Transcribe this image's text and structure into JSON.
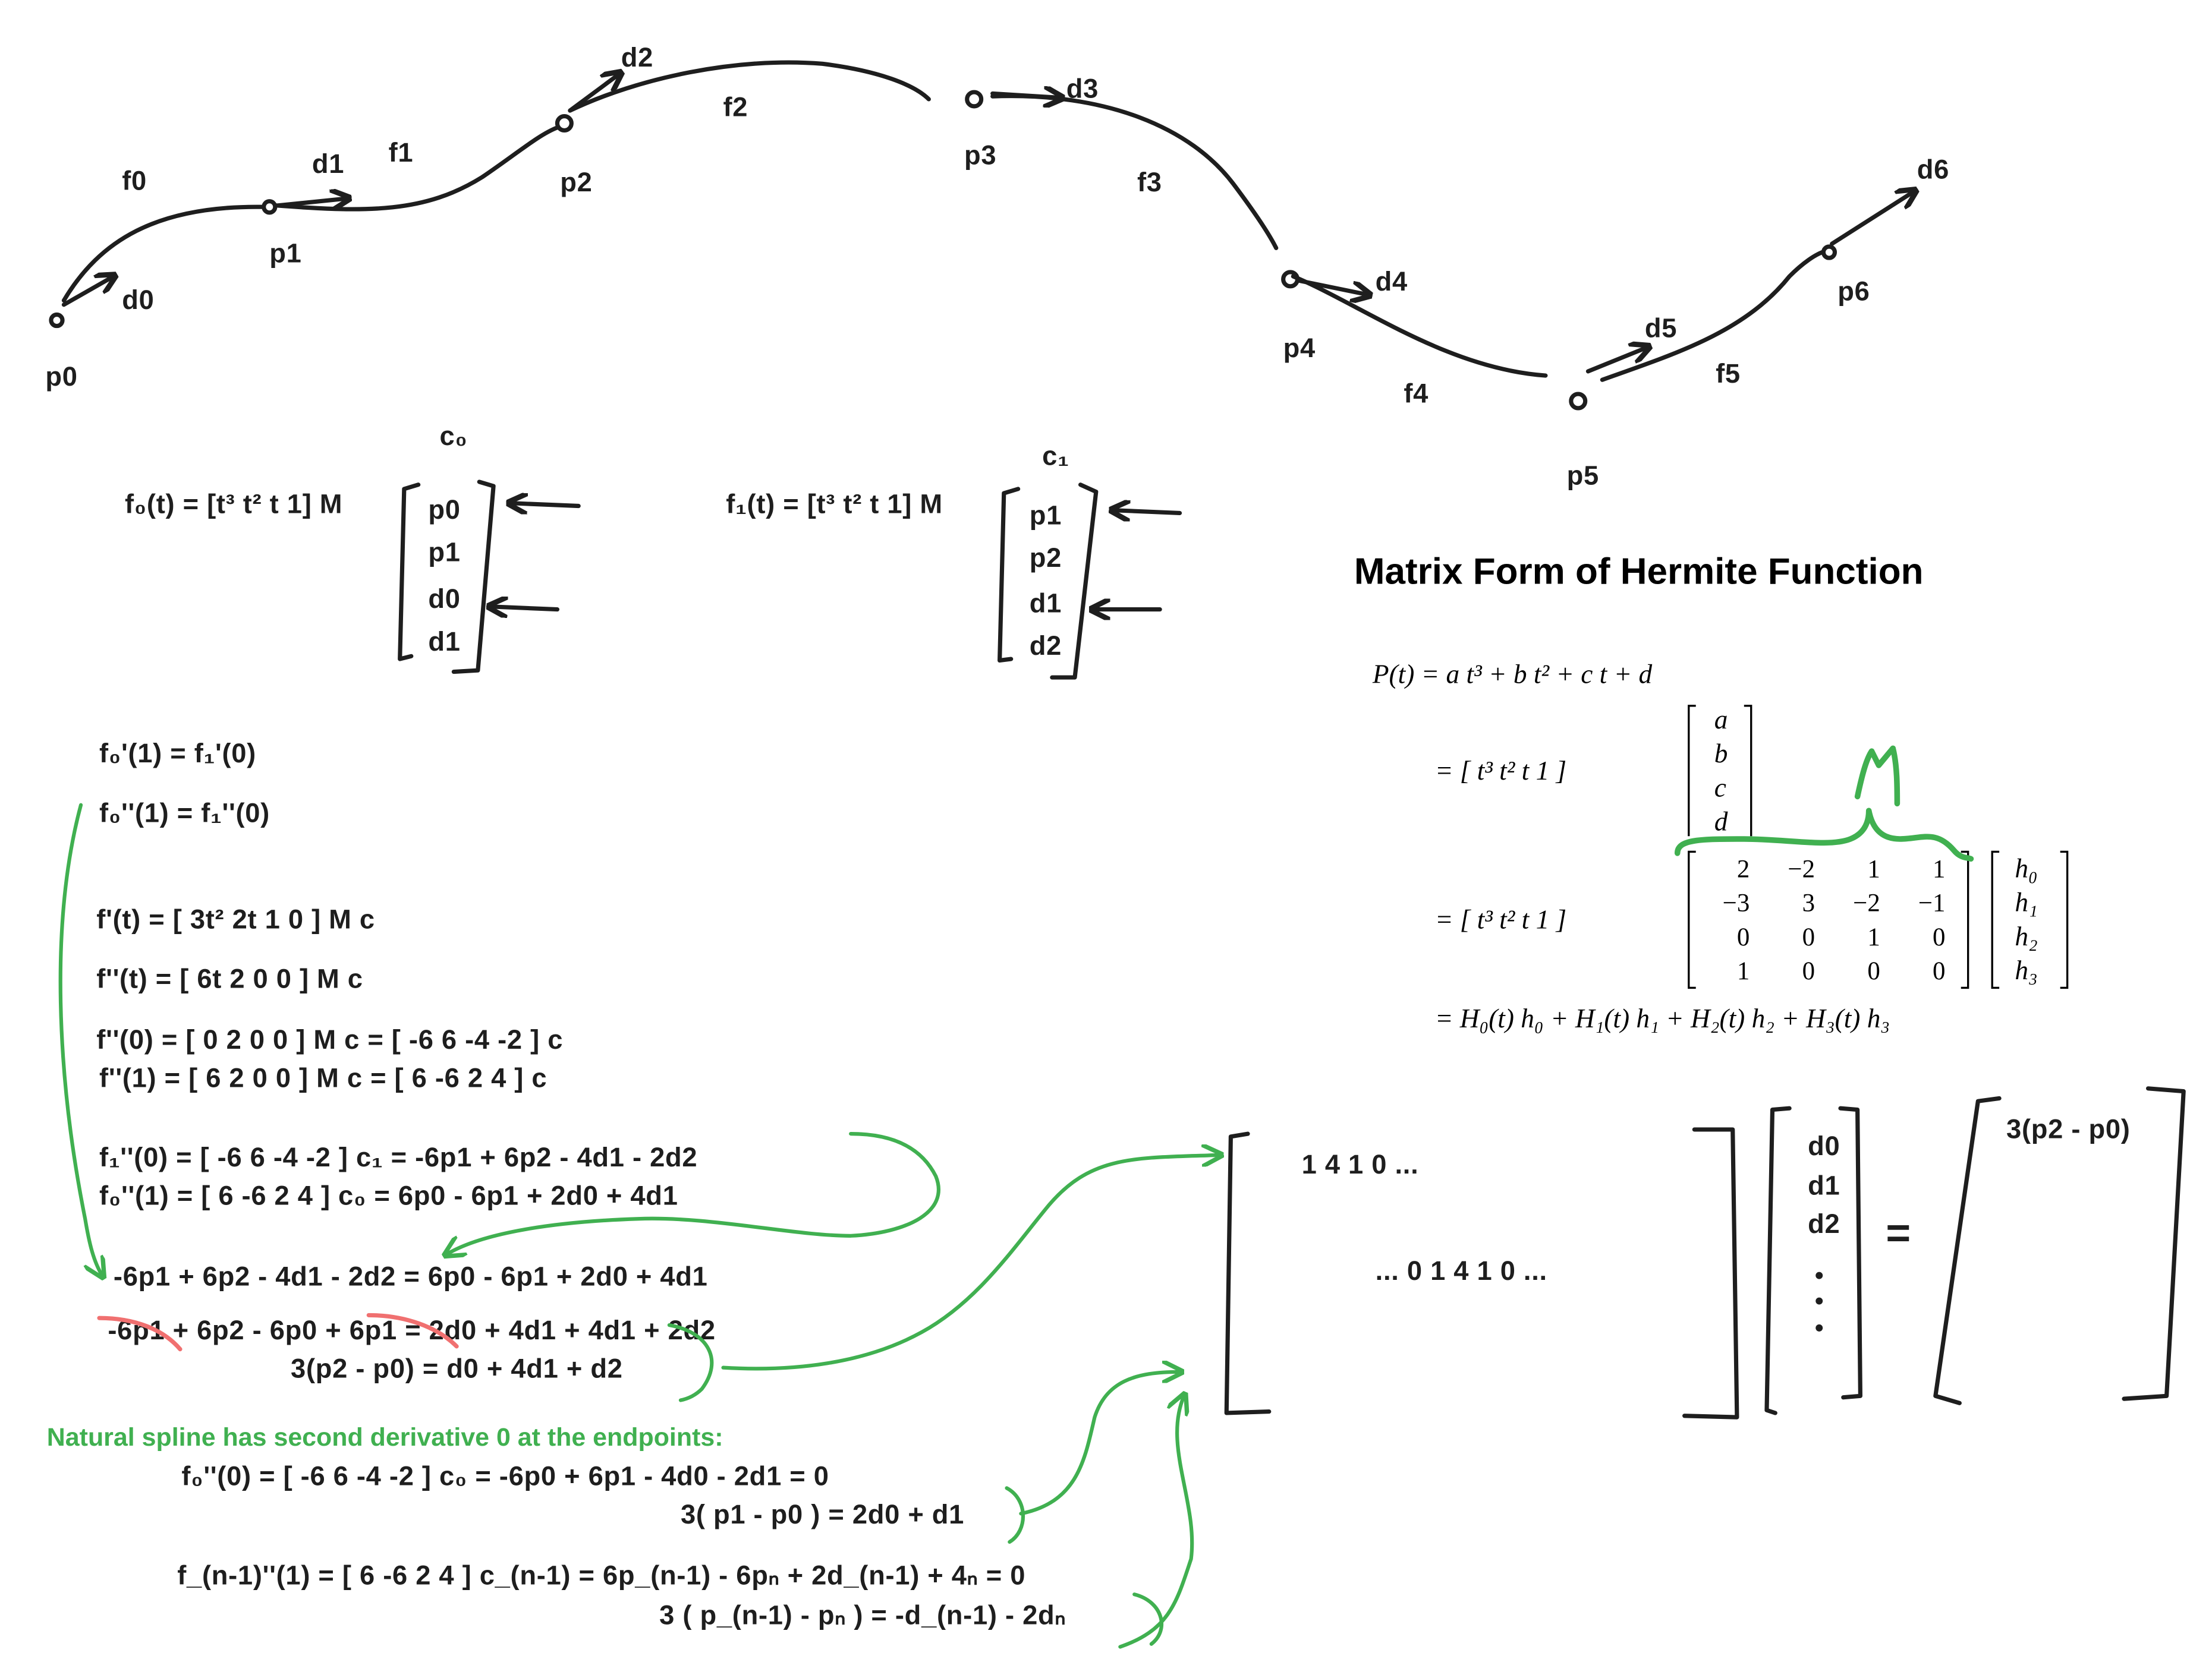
{
  "colors": {
    "ink": "#1e1e1e",
    "annotation": "#40b050",
    "strike": "#f07070"
  },
  "curve": {
    "points": [
      "p0",
      "p1",
      "p2",
      "p3",
      "p4",
      "p5",
      "p6"
    ],
    "tangents": [
      "d0",
      "d1",
      "d2",
      "d3",
      "d4",
      "d5",
      "d6"
    ],
    "segments": [
      "f0",
      "f1",
      "f2",
      "f3",
      "f4",
      "f5"
    ]
  },
  "segment0": {
    "label": "c₀",
    "equation": "f₀(t) = [t³ t² t 1] M",
    "vector": [
      "p0",
      "p1",
      "d0",
      "d1"
    ]
  },
  "segment1": {
    "label": "c₁",
    "equation": "f₁(t) = [t³ t² t 1] M",
    "vector": [
      "p1",
      "p2",
      "d1",
      "d2"
    ]
  },
  "derivation": [
    "f₀'(1) = f₁'(0)",
    "f₀''(1) = f₁''(0)",
    "f'(t) = [ 3t²  2t  1  0 ] M c",
    "f''(t) = [ 6t  2  0  0 ] M c",
    "f''(0) = [ 0  2  0  0 ] M c = [ -6  6  -4  -2 ] c",
    "f''(1) = [ 6  2  0  0 ] M c = [ 6  -6  2  4 ] c",
    "f₁''(0) = [ -6  6  -4  -2 ] c₁ = -6p1 + 6p2 - 4d1 - 2d2",
    "f₀''(1) = [ 6  -6   2   4 ] c₀ = 6p0 - 6p1 + 2d0 + 4d1",
    "-6p1 + 6p2 - 4d1 - 2d2 = 6p0 - 6p1 + 2d0 + 4d1",
    "-6p1 + 6p2 - 6p0 + 6p1 = 2d0 + 4d1 + 4d1 + 2d2",
    "3(p2 - p0) = d0 + 4d1 + d2"
  ],
  "natural": {
    "heading": "Natural spline has second derivative 0 at the endpoints:",
    "lines": [
      "f₀''(0) = [ -6  6  -4  -2 ] c₀ = -6p0 + 6p1 - 4d0 - 2d1 = 0",
      "3( p1 - p0 ) = 2d0 + d1",
      "f_(n-1)''(1) = [ 6  -6   2   4 ] c_(n-1) = 6p_(n-1) - 6pₙ + 2d_(n-1) + 4ₙ = 0",
      "3 ( p_(n-1) - pₙ ) = -d_(n-1) - 2dₙ"
    ]
  },
  "system": {
    "row1": "1  4  1  0 ...",
    "row2": "... 0 1  4  1  0 ...",
    "unknowns": [
      "d0",
      "d1",
      "d2"
    ],
    "equals": "=",
    "rhs": "3(p2 - p0)"
  },
  "hermite": {
    "title": "Matrix Form of Hermite Function",
    "line1": "P(t) = a t³ + b t² + c t + d",
    "row_vector": "= [  t³    t²    t    1  ]",
    "coeffs": [
      "a",
      "b",
      "c",
      "d"
    ],
    "matrix": [
      [
        "2",
        "−2",
        "1",
        "1"
      ],
      [
        "−3",
        "3",
        "−2",
        "−1"
      ],
      [
        "0",
        "0",
        "1",
        "0"
      ],
      [
        "1",
        "0",
        "0",
        "0"
      ]
    ],
    "h": [
      "h₀",
      "h₁",
      "h₂",
      "h₃"
    ],
    "m_annotation": "M",
    "line4": "= H₀(t) h₀ + H₁(t) h₁ + H₂(t) h₂ + H₃(t) h₃"
  }
}
